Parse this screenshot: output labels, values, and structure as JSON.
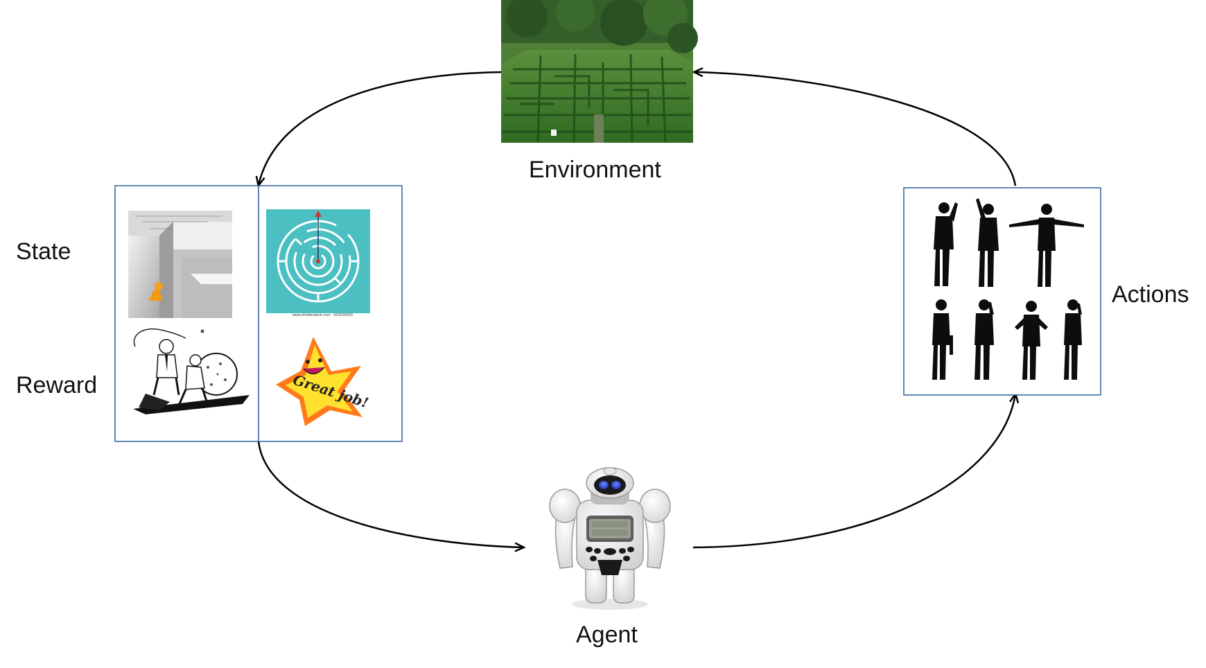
{
  "labels": {
    "environment": "Environment",
    "state": "State",
    "reward": "Reward",
    "actions": "Actions",
    "agent": "Agent"
  },
  "reward_image": {
    "text": "Great job!"
  },
  "colors": {
    "panel_border": "#2e5f9e",
    "arrow": "#000000",
    "hedge_green": "#3f7d2c",
    "maze_teal": "#4bbfc2",
    "star_yellow": "#ffe12e",
    "star_orange": "#ff7a1a",
    "robot_eye": "#2140d8"
  },
  "icons": {
    "environment": "hedge-maze-photo",
    "state_1": "3d-maze-figure-icon",
    "state_2": "circular-maze-icon",
    "reward_1": "cartoon-whip-boulder-icon",
    "reward_2": "great-job-star-icon",
    "actions": "business-silhouettes-icon",
    "agent": "robot-icon"
  }
}
